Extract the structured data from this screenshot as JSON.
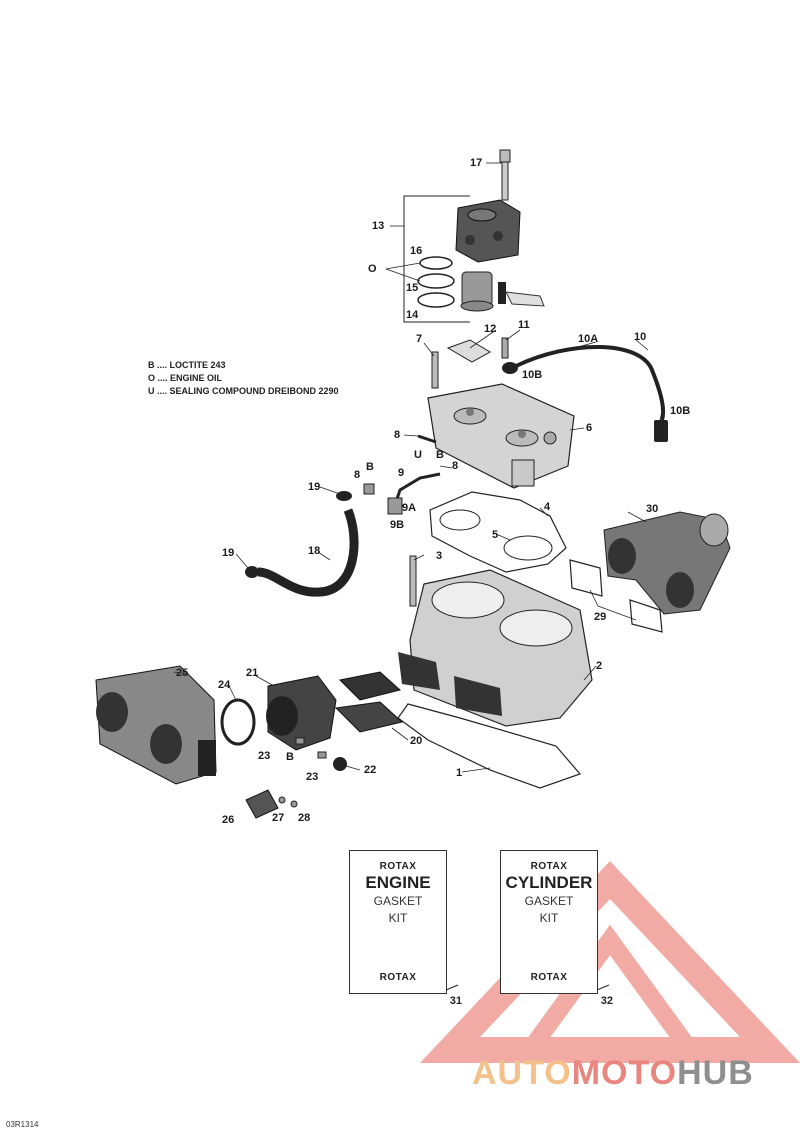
{
  "legend": [
    "B .... LOCTITE 243",
    "O .... ENGINE OIL",
    "U .... SEALING COMPOUND DREIBOND 2290"
  ],
  "callouts": {
    "c1": "1",
    "c2": "2",
    "c3": "3",
    "c4": "4",
    "c5": "5",
    "c6": "6",
    "c7": "7",
    "c8a": "8",
    "c8b": "8",
    "c8c": "8",
    "c9": "9",
    "c9a": "9A",
    "c9b": "9B",
    "c10": "10",
    "c10a": "10A",
    "c10b1": "10B",
    "c10b2": "10B",
    "c11": "11",
    "c12": "12",
    "c13": "13",
    "c14": "14",
    "c15": "15",
    "c16": "16",
    "c17": "17",
    "c18": "18",
    "c19a": "19",
    "c19b": "19",
    "c20": "20",
    "c21": "21",
    "c22": "22",
    "c23a": "23",
    "c23b": "23",
    "c24": "24",
    "c25": "25",
    "c26": "26",
    "c27": "27",
    "c28": "28",
    "c29": "29",
    "c30": "30",
    "o_mark": "O",
    "u_mark": "U",
    "b_mark1": "B",
    "b_mark2": "B",
    "b_mark3": "B"
  },
  "kit_engine": {
    "brand_top": "ROTAX",
    "title": "ENGINE",
    "line1": "GASKET",
    "line2": "KIT",
    "brand_bottom": "ROTAX",
    "number": "31"
  },
  "kit_cylinder": {
    "brand_top": "ROTAX",
    "title": "CYLINDER",
    "line1": "GASKET",
    "line2": "KIT",
    "brand_bottom": "ROTAX",
    "number": "32"
  },
  "watermark": {
    "part1": "AUTO",
    "part2": "MOTO",
    "part3": "HUB"
  },
  "drawing_code": "03R1314",
  "colors": {
    "line": "#1a1a1a",
    "part_fill": "#cfcfcf",
    "watermark_red": "#e8665c",
    "watermark_orange": "#f4c18a"
  }
}
